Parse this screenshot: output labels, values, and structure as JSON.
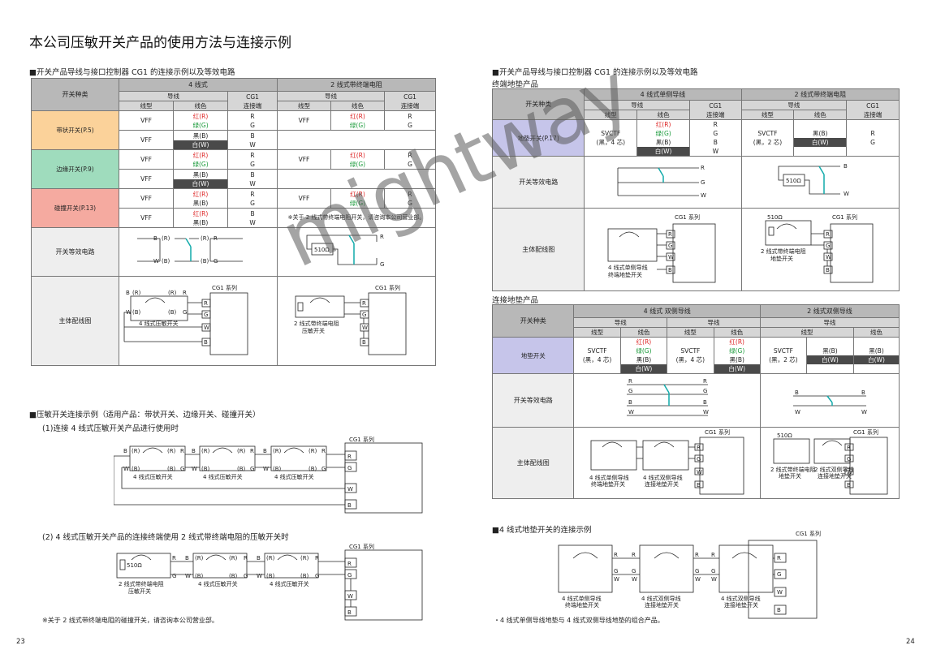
{
  "title": "本公司压敏开关产品的使用方法与连接示例",
  "left": {
    "sec1": "■开关产品导线与接口控制器 CG1 的连接示例以及等效电路",
    "hdr": {
      "type": "开关种类",
      "w4": "4 线式",
      "w2": "2 线式带终端电阻",
      "wire": "导线",
      "cg1": "CG1\n连接端",
      "wtype": "线型",
      "wcolor": "线色"
    },
    "rows": [
      {
        "name": "带状开关(P.5)",
        "a": {
          "type": "VFF",
          "c1": "红(R)",
          "c2": "绿(G)",
          "t1": "R",
          "t2": "G"
        },
        "b": {
          "type": "VFF",
          "c1": "黑(B)",
          "c2": "白(W)",
          "t1": "B",
          "t2": "W"
        },
        "a2": {
          "type": "VFF",
          "c1": "红(R)",
          "c2": "绿(G)",
          "t1": "R",
          "t2": "G"
        }
      },
      {
        "name": "边缘开关(P.9)",
        "a": {
          "type": "VFF",
          "c1": "红(R)",
          "c2": "绿(G)",
          "t1": "R",
          "t2": "G"
        },
        "b": {
          "type": "VFF",
          "c1": "黑(B)",
          "c2": "白(W)",
          "t1": "B",
          "t2": "W"
        },
        "a2": {
          "type": "VFF",
          "c1": "红(R)",
          "c2": "绿(G)",
          "t1": "R",
          "t2": "G"
        }
      },
      {
        "name": "碰撞开关(P.13)",
        "a": {
          "type": "VFF",
          "c1": "红(R)",
          "c2": "黑(B)",
          "t1": "R",
          "t2": "G"
        },
        "b": {
          "type": "VFF",
          "c1": "红(R)",
          "c2": "黑(B)",
          "t1": "B",
          "t2": "W"
        },
        "a2": {
          "type": "VFF",
          "c1": "红(R)",
          "c2": "绿(G)",
          "t1": "R",
          "t2": "G"
        }
      }
    ],
    "note_bump": "※关于 2 线式带终端电阻开关，请咨询本公司营业部。",
    "equiv": "开关等效电路",
    "wiring": "主体配线图",
    "cg1series": "CG1 系列",
    "sw4": "4 线式压敏开关",
    "sw2": "2 线式带终端电阻\n压敏开关",
    "ohm": "510Ω",
    "sec2": "■压敏开关连接示例（适用产品：带状开关、边缘开关、碰撞开关）",
    "ex1": "(1)连接 4 线式压敏开关产品进行使用时",
    "ex2": "(2) 4 线式压敏开关产品的连接终端使用 2 线式带终端电阻的压敏开关时",
    "note2": "※关于 2 线式带终端电阻的碰撞开关，请咨询本公司营业部。",
    "page": "23"
  },
  "right": {
    "sec1": "■开关产品导线与接口控制器 CG1 的连接示例以及等效电路",
    "sub1": "终端地垫产品",
    "hdr": {
      "type": "开关种类",
      "w4": "4 线式单侧导线",
      "w2": "2 线式带终端电阻",
      "w4b": "4 线式  双侧导线",
      "w2b": "2 线式双侧导线"
    },
    "mat": "地垫开关(P.17)",
    "mat2": "地垫开关",
    "svctf4": "SVCTF\n(黑，4 芯)",
    "svctf2": "SVCTF\n(黑，2 芯)",
    "sub2": "连接地垫产品",
    "m4": "4 线式单侧导线\n终端地垫开关",
    "m2": "2 线式带终端电阻\n地垫开关",
    "m4b": "4 线式双侧导线\n连接地垫开关",
    "m2b": "2 线式双侧导线\n连接地垫开关",
    "sec3": "■4 线式地垫开关的连接示例",
    "note3": "・4 线式单侧导线地垫与 4 线式双侧导线地垫的组合产品。",
    "page": "24"
  },
  "watermark": "mightway"
}
